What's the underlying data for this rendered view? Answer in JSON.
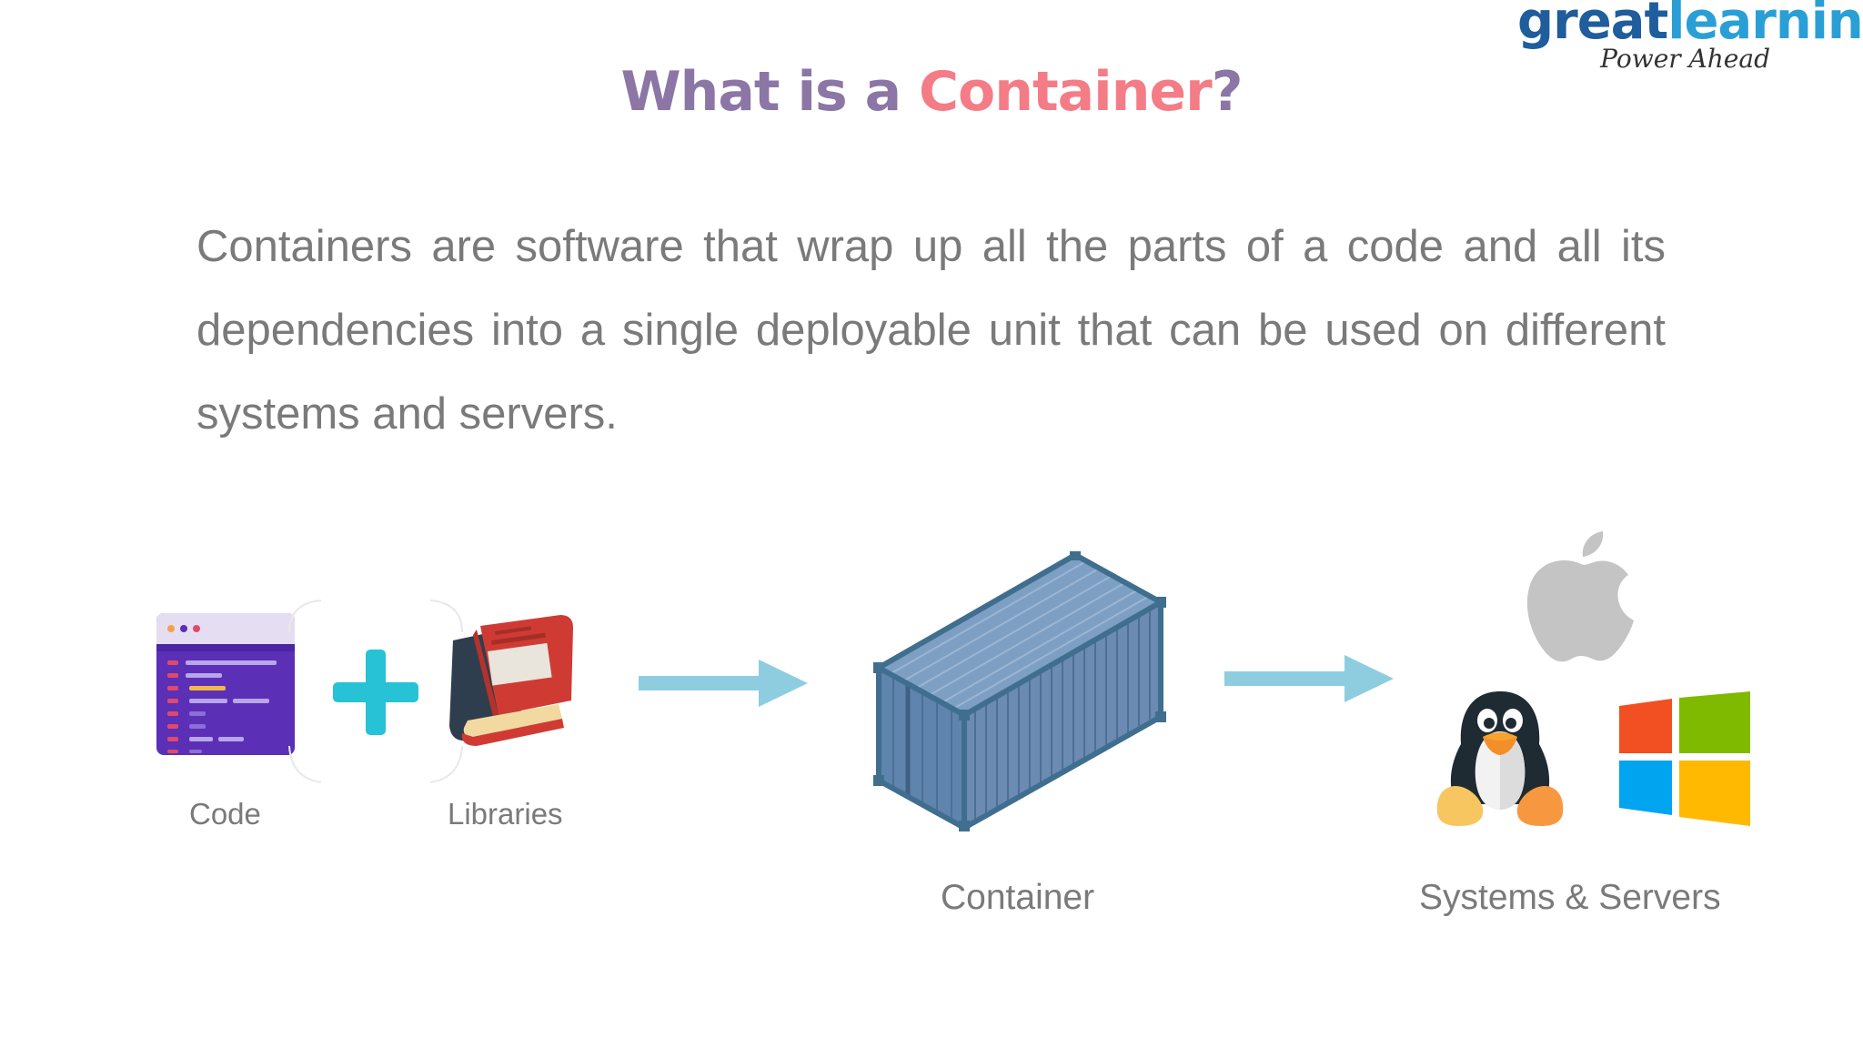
{
  "header": {
    "title_part1": "What is a ",
    "title_part2": "Container",
    "title_part3": "?",
    "colors": {
      "title_main": "#8b76a6",
      "title_accent": "#f47c86"
    }
  },
  "logo": {
    "brand_part1": "great",
    "brand_part2": "learning",
    "tagline": "Power Ahead",
    "colors": {
      "dark": "#1f5d9c",
      "light": "#2a9fd6"
    }
  },
  "body": {
    "paragraph": "Containers are software that wrap up all the parts of a code and all its dependencies into a single deployable unit that can be used on different systems and servers."
  },
  "diagram": {
    "code_label": "Code",
    "libraries_label": "Libraries",
    "container_label": "Container",
    "systems_label": "Systems & Servers",
    "icons": [
      "code-window-icon",
      "plus-icon",
      "books-icon",
      "arrow-right-icon",
      "shipping-container-icon",
      "apple-icon",
      "linux-penguin-icon",
      "windows-icon"
    ],
    "colors": {
      "arrow": "#8ecde0",
      "plus": "#27c2d6",
      "container": "#6a8fb4"
    }
  }
}
